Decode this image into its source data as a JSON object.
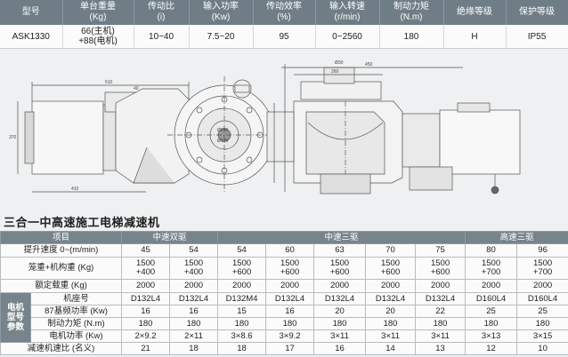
{
  "spec_table": {
    "headers": [
      "型号",
      "单台重量\n(Kg)",
      "传动比\n(i)",
      "输入功率\n(Kw)",
      "传动效率\n(%)",
      "输入转速\n(r/min)",
      "制动力矩\n(N.m)",
      "绝缘等级",
      "保护等级"
    ],
    "row": [
      "ASK1330",
      "66(主机)\n+88(电机)",
      "10~40",
      "7.5~20",
      "95",
      "0~2560",
      "180",
      "H",
      "IP55"
    ]
  },
  "drawing": {
    "dims": [
      "510",
      "410",
      "370",
      "40",
      "260",
      "450",
      "Ø30",
      "Ø250",
      "Ø130"
    ]
  },
  "section_title": "三合一中高速施工电梯减速机",
  "params": {
    "header": {
      "item": "项目",
      "groups": [
        "中速双驱",
        "中速三驱",
        "高速三驱"
      ]
    },
    "rows": [
      {
        "label": "提升速度 0~(m/min)",
        "values": [
          "45",
          "54",
          "54",
          "60",
          "63",
          "70",
          "75",
          "80",
          "96"
        ]
      },
      {
        "label": "笼重+机构重 (Kg)",
        "values": [
          "1500\n+400",
          "1500\n+400",
          "1500\n+600",
          "1500\n+600",
          "1500\n+600",
          "1500\n+600",
          "1500\n+600",
          "1500\n+700",
          "1500\n+700"
        ]
      },
      {
        "label": "额定载重 (Kg)",
        "values": [
          "2000",
          "2000",
          "2000",
          "2000",
          "2000",
          "2000",
          "2000",
          "2000",
          "2000"
        ]
      }
    ],
    "motor_label": "电机\n型号\n参数",
    "motor_rows": [
      {
        "label": "机座号",
        "values": [
          "D132L4",
          "D132L4",
          "D132M4",
          "D132L4",
          "D132L4",
          "D132L4",
          "D132L4",
          "D160L4",
          "D160L4"
        ]
      },
      {
        "label": "87基频功率 (Kw)",
        "values": [
          "16",
          "16",
          "15",
          "16",
          "20",
          "20",
          "22",
          "25",
          "25"
        ]
      },
      {
        "label": "制动力矩 (N.m)",
        "values": [
          "180",
          "180",
          "180",
          "180",
          "180",
          "180",
          "180",
          "180",
          "180"
        ]
      },
      {
        "label": "电机功率 (Kw)",
        "values": [
          "2×9.2",
          "2×11",
          "3×8.6",
          "3×9.2",
          "3×11",
          "3×11",
          "3×11",
          "3×13",
          "3×15"
        ]
      }
    ],
    "ratio_row": {
      "label": "减速机速比 (名义)",
      "values": [
        "21",
        "18",
        "18",
        "17",
        "16",
        "14",
        "13",
        "12",
        "10"
      ]
    }
  }
}
